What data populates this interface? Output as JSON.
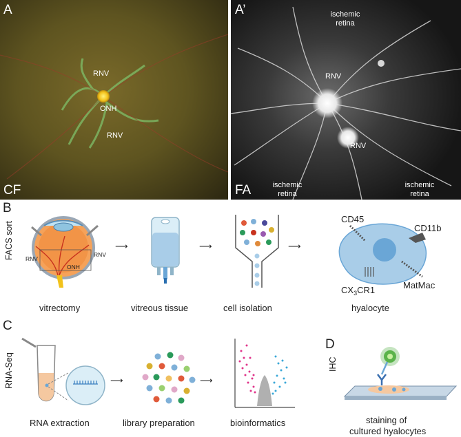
{
  "panel_a": {
    "letter": "A",
    "corner_label": "CF",
    "labels": {
      "rnv_top": "RNV",
      "onh": "ONH",
      "rnv_bottom": "RNV"
    }
  },
  "panel_a_prime": {
    "letter": "A’",
    "corner_label": "FA",
    "labels": {
      "ischemic_top_1": "ischemic",
      "ischemic_top_2": "retina",
      "rnv_center": "RNV",
      "rnv_lower": "RNV",
      "ischemic_left_1": "ischemic",
      "ischemic_left_2": "retina",
      "ischemic_right_1": "ischemic",
      "ischemic_right_2": "retina"
    }
  },
  "panel_b": {
    "letter": "B",
    "side_label": "FACS sort",
    "eye_labels": {
      "rnv_left": "RNV",
      "rnv_right": "RNV",
      "onh": "ONH"
    },
    "steps": [
      "vitrectomy",
      "vitreous tissue",
      "cell isolation",
      "hyalocyte"
    ],
    "markers": {
      "cd45": "CD45",
      "cd11b": "CD11b",
      "cx3cr1_pre": "CX",
      "cx3cr1_sub": "3",
      "cx3cr1_post": "CR1",
      "matmac": "MatMac"
    }
  },
  "panel_c": {
    "letter": "C",
    "side_label": "RNA-Seq",
    "steps": [
      "RNA extraction",
      "library preparation",
      "bioinformatics"
    ]
  },
  "panel_d": {
    "letter": "D",
    "side_label": "IHC",
    "caption_1": "staining of",
    "caption_2": "cultured hyalocytes"
  },
  "colors": {
    "fundus_bg": "#5a5a1c",
    "fa_bg": "#1a1a1a",
    "vessel_green": "#7fc06a",
    "onh_yellow": "#f2d21b",
    "cell_blue": "#a9cde8",
    "nucleus_blue": "#6aa6d6",
    "volcano_pink": "#e0348a",
    "volcano_blue": "#3aa8d8",
    "ihc_green": "#5ab34a"
  }
}
